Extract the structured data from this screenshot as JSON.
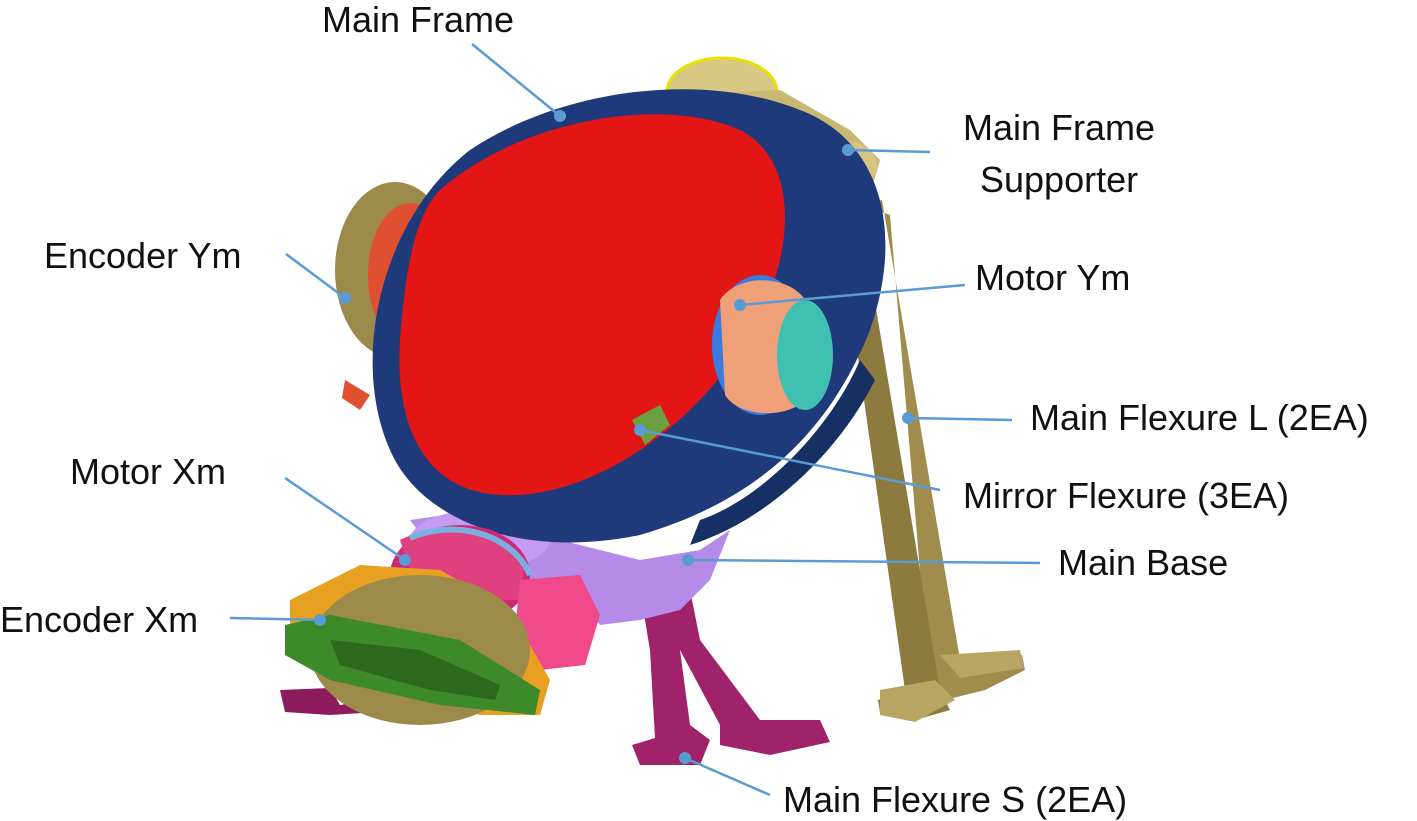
{
  "labels": {
    "main_frame": "Main Frame",
    "main_frame_supporter_1": "Main Frame",
    "main_frame_supporter_2": "Supporter",
    "encoder_ym": "Encoder Ym",
    "motor_ym": "Motor Ym",
    "main_flexure_l": "Main Flexure L (2EA)",
    "mirror_flexure": "Mirror Flexure (3EA)",
    "motor_xm": "Motor Xm",
    "main_base": "Main Base",
    "encoder_xm": "Encoder Xm",
    "main_flexure_s": "Main Flexure S (2EA)"
  },
  "colors": {
    "mirror": "#e31515",
    "frame": "#1f3a7a",
    "supporter": "#c8b874",
    "flexure_l": "#9c8a4a",
    "base": "#b58ae8",
    "flexure_s": "#a0226a",
    "motor_ym": "#f0a078",
    "motor_xm": "#d02878",
    "encoder_plate": "#3c8a2a",
    "encoder_ring": "#e8a020",
    "leader": "#5b9bd5"
  }
}
